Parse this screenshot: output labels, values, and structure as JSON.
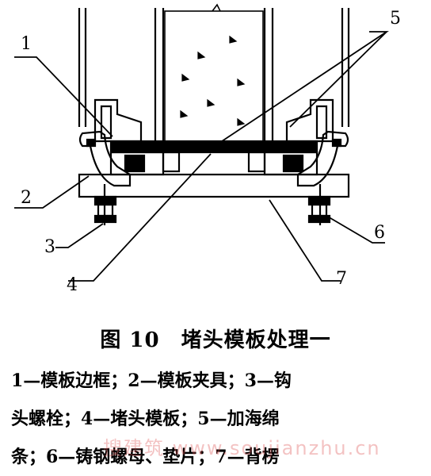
{
  "figure": {
    "title": "图 10　堵头模板处理一",
    "callouts": [
      "1",
      "2",
      "3",
      "4",
      "5",
      "6",
      "7"
    ],
    "legend": [
      "1—模板边框；2—模板夹具；3—钩",
      "头螺栓；4—堵头模板；5—加海绵",
      "条；6—铸钢螺母、垫片；7—背楞"
    ]
  },
  "watermark": "搜建筑 www.soujianzhu.cn",
  "colors": {
    "ink": "#000000",
    "watermark": "#dc5050"
  }
}
